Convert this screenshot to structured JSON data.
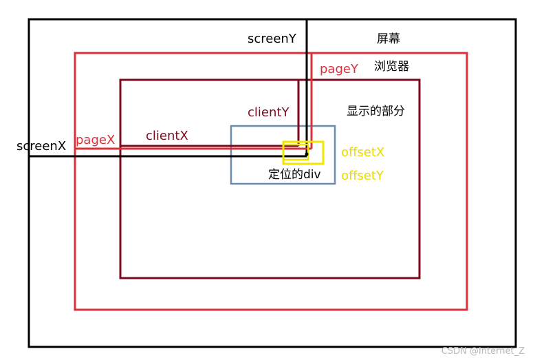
{
  "labels": {
    "screen": "屏幕",
    "browser": "浏览器",
    "viewport": "显示的部分",
    "positioned_div": "定位的div",
    "screenX": "screenX",
    "screenY": "screenY",
    "pageX": "pageX",
    "pageY": "pageY",
    "clientX": "clientX",
    "clientY": "clientY",
    "offsetX": "offsetX",
    "offsetY": "offsetY"
  },
  "watermark": "CSDN @Internet_Z",
  "colors": {
    "screen": "#000000",
    "page": "#d9303a",
    "client": "#7b0a1e",
    "offset": "#f2e600",
    "div_border": "#6a8bb0",
    "watermark": "#b8b8b8"
  }
}
